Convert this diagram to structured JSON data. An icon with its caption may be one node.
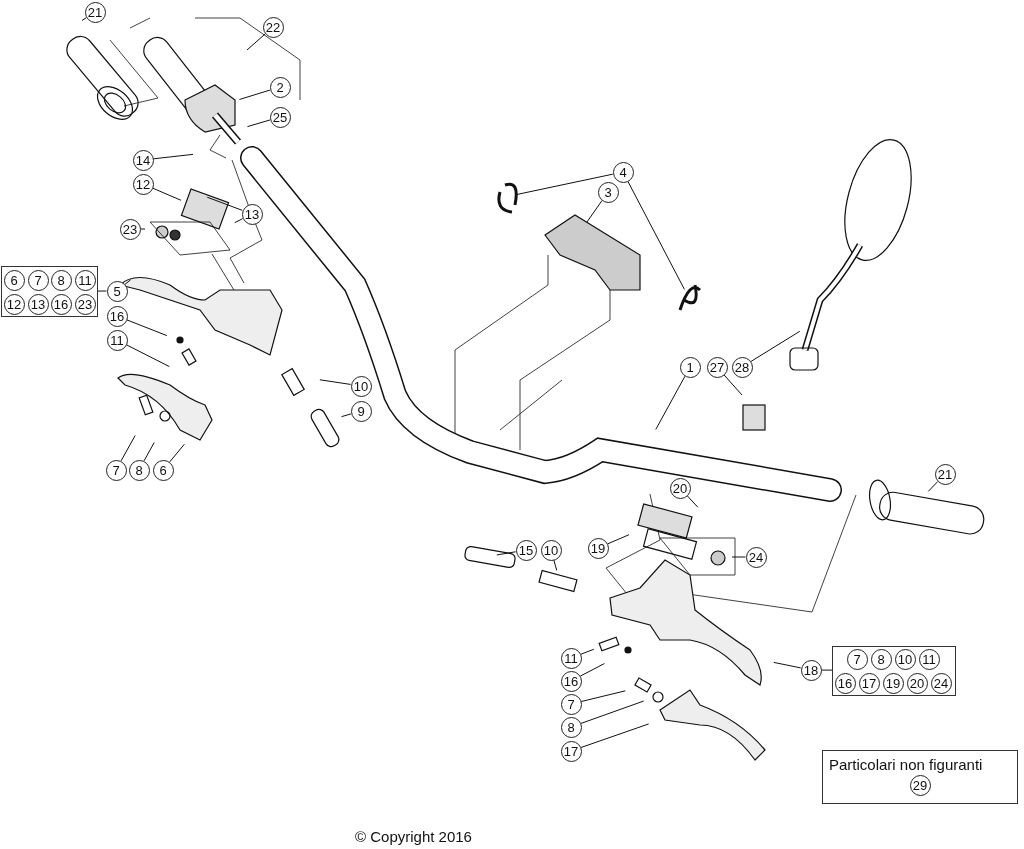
{
  "diagram": {
    "nodes": [
      {
        "text": [
          "21"
        ]
      },
      {
        "text": [
          "22"
        ]
      },
      {
        "text": [
          "2"
        ]
      },
      {
        "text": [
          "25"
        ]
      },
      {
        "text": [
          "14"
        ]
      },
      {
        "text": [
          "12"
        ]
      },
      {
        "text": [
          "13"
        ]
      },
      {
        "text": [
          "23"
        ]
      },
      {
        "text": [],
        "shape": "box"
      },
      {
        "text": [
          "6"
        ],
        "in": 8
      },
      {
        "text": [
          "7"
        ],
        "in": 8
      },
      {
        "text": [
          "8"
        ],
        "in": 8
      },
      {
        "text": [
          "11"
        ],
        "in": 8
      },
      {
        "text": [
          "12"
        ],
        "in": 8
      },
      {
        "text": [
          "13"
        ],
        "in": 8
      },
      {
        "text": [
          "16"
        ],
        "in": 8
      },
      {
        "text": [
          "23"
        ],
        "in": 8
      },
      {
        "text": [
          "5"
        ]
      },
      {
        "text": [
          "16"
        ]
      },
      {
        "text": [
          "11"
        ]
      },
      {
        "text": [
          "10"
        ]
      },
      {
        "text": [
          "9"
        ]
      },
      {
        "text": [
          "7"
        ]
      },
      {
        "text": [
          "8"
        ]
      },
      {
        "text": [
          "6"
        ]
      },
      {
        "text": [
          "4"
        ]
      },
      {
        "text": [
          "3"
        ]
      },
      {
        "text": [
          "1"
        ]
      },
      {
        "text": [
          "27"
        ]
      },
      {
        "text": [
          "28"
        ]
      },
      {
        "text": [
          "21"
        ]
      },
      {
        "text": [
          "20"
        ]
      },
      {
        "text": [
          "19"
        ]
      },
      {
        "text": [
          "15"
        ]
      },
      {
        "text": [
          "10"
        ]
      },
      {
        "text": [
          "24"
        ]
      },
      {
        "text": [
          "11"
        ]
      },
      {
        "text": [
          "16"
        ]
      },
      {
        "text": [
          "7"
        ]
      },
      {
        "text": [
          "8"
        ]
      },
      {
        "text": [
          "17"
        ]
      },
      {
        "text": [
          "18"
        ]
      },
      {
        "text": [],
        "shape": "box"
      },
      {
        "text": [
          "7"
        ],
        "in": 42
      },
      {
        "text": [
          "8"
        ],
        "in": 42
      },
      {
        "text": [
          "10"
        ],
        "in": 42
      },
      {
        "text": [
          "11"
        ],
        "in": 42
      },
      {
        "text": [
          "16"
        ],
        "in": 42
      },
      {
        "text": [
          "17"
        ],
        "in": 42
      },
      {
        "text": [
          "19"
        ],
        "in": 42
      },
      {
        "text": [
          "20"
        ],
        "in": 42
      },
      {
        "text": [
          "24"
        ],
        "in": 42
      },
      {
        "text": [
          "Particolari non figuranti"
        ]
      },
      {
        "text": [
          "29"
        ],
        "in": 52
      }
    ],
    "edges": [
      {
        "from": 0,
        "to": null,
        "arrow": "none"
      },
      {
        "from": 1,
        "to": null,
        "arrow": "none"
      },
      {
        "from": 2,
        "to": null,
        "arrow": "none"
      },
      {
        "from": 3,
        "to": null,
        "arrow": "none"
      },
      {
        "from": 4,
        "to": null,
        "arrow": "none"
      },
      {
        "from": 5,
        "to": null,
        "arrow": "none"
      },
      {
        "from": 6,
        "to": null,
        "arrow": "none"
      },
      {
        "from": 6,
        "to": null,
        "arrow": "none"
      },
      {
        "from": 7,
        "to": null,
        "arrow": "none"
      },
      {
        "from": 17,
        "to": 8,
        "arrow": "none"
      },
      {
        "from": 17,
        "to": null,
        "arrow": "none"
      },
      {
        "from": 18,
        "to": null,
        "arrow": "none"
      },
      {
        "from": 19,
        "to": null,
        "arrow": "none"
      },
      {
        "from": 20,
        "to": null,
        "arrow": "none"
      },
      {
        "from": 21,
        "to": null,
        "arrow": "none"
      },
      {
        "from": 22,
        "to": null,
        "arrow": "none"
      },
      {
        "from": 23,
        "to": null,
        "arrow": "none"
      },
      {
        "from": 24,
        "to": null,
        "arrow": "none"
      },
      {
        "from": 25,
        "to": null,
        "arrow": "none"
      },
      {
        "from": 25,
        "to": null,
        "arrow": "none"
      },
      {
        "from": 26,
        "to": null,
        "arrow": "none"
      },
      {
        "from": 27,
        "to": null,
        "arrow": "none"
      },
      {
        "from": 28,
        "to": null,
        "arrow": "none"
      },
      {
        "from": 29,
        "to": null,
        "arrow": "none"
      },
      {
        "from": 30,
        "to": null,
        "arrow": "none"
      },
      {
        "from": 31,
        "to": null,
        "arrow": "none"
      },
      {
        "from": 32,
        "to": null,
        "arrow": "none"
      },
      {
        "from": 33,
        "to": null,
        "arrow": "none"
      },
      {
        "from": 34,
        "to": null,
        "arrow": "none"
      },
      {
        "from": 35,
        "to": null,
        "arrow": "none"
      },
      {
        "from": 36,
        "to": null,
        "arrow": "none"
      },
      {
        "from": 37,
        "to": null,
        "arrow": "none"
      },
      {
        "from": 38,
        "to": null,
        "arrow": "none"
      },
      {
        "from": 39,
        "to": null,
        "arrow": "none"
      },
      {
        "from": 40,
        "to": null,
        "arrow": "none"
      },
      {
        "from": 41,
        "to": null,
        "arrow": "none"
      },
      {
        "from": 41,
        "to": 42,
        "arrow": "none"
      }
    ],
    "labels": [
      "© Copyright 2016"
    ]
  }
}
